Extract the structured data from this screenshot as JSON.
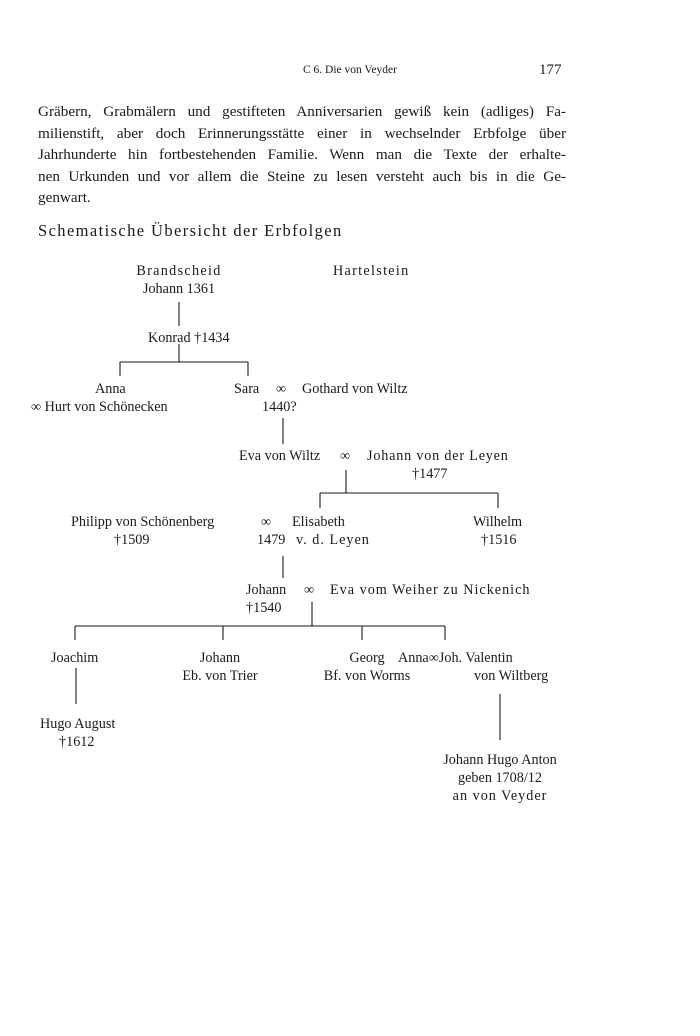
{
  "header": {
    "running_head": "C 6. Die von Veyder",
    "page_number": "177"
  },
  "body_lines": [
    "Gräbern, Grabmälern und gestifteten Anniversarien gewiß kein (adliges) Fa-",
    "milienstift, aber doch Erinnerungsstätte einer in wechselnder Erbfolge über",
    "Jahrhunderte hin fortbestehenden Familie. Wenn man die Texte der erhalte-",
    "nen Urkunden und vor allem die Steine zu lesen versteht auch bis in die Ge-",
    "genwart."
  ],
  "section_heading": "Schematische Übersicht der Erbfolgen",
  "tree": {
    "brandscheid": "Brandscheid",
    "johann_1361": "Johann 1361",
    "hartelstein": "Hartelstein",
    "konrad": "Konrad †1434",
    "anna": "Anna",
    "hurt": "∞ Hurt von Schönecken",
    "sara": "Sara",
    "marriage_symbol": "∞",
    "gothard": "Gothard von Wiltz",
    "year_1440": "1440?",
    "eva_wiltz": "Eva von Wiltz",
    "johann_leyen": "Johann von der Leyen",
    "johann_leyen_death": "†1477",
    "philipp": "Philipp von Schönenberg",
    "philipp_death": "†1509",
    "elisabeth": "Elisabeth",
    "year_1479": "1479",
    "elisabeth_leyen": "v. d. Leyen",
    "wilhelm": "Wilhelm",
    "wilhelm_death": "†1516",
    "johann": "Johann",
    "johann_death": "†1540",
    "eva_weiher": "Eva vom Weiher zu Nickenich",
    "joachim": "Joachim",
    "johann_trier_1": "Johann",
    "johann_trier_2": "Eb. von Trier",
    "georg_1": "Georg",
    "georg_2": "Bf. von Worms",
    "anna_valentin": "Anna∞Joh. Valentin",
    "von_wiltberg": "von Wiltberg",
    "hugo_august": "Hugo August",
    "hugo_death": "†1612",
    "jha_1": "Johann Hugo Anton",
    "jha_2": "geben 1708/12",
    "jha_3": "an von Veyder"
  }
}
